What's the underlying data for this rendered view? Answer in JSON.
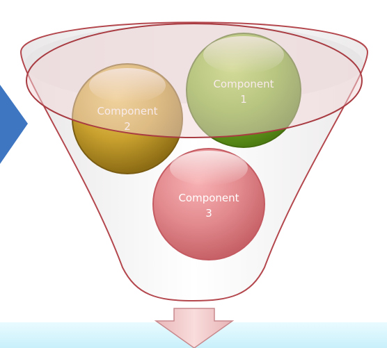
{
  "diagram": {
    "components": [
      {
        "line1": "Component",
        "line2": "1",
        "color": "#7db52a"
      },
      {
        "line1": "Component",
        "line2": "2",
        "color": "#c9a12f"
      },
      {
        "line1": "Component",
        "line2": "3",
        "color": "#dd6e73"
      }
    ],
    "colors": {
      "funnel_fill": "#f6f4f4",
      "funnel_outline": "#a83c42",
      "left_arrow": "#3f76c1",
      "down_arrow": "#f1c9ca",
      "bottom_band": "#dff7fd"
    }
  }
}
